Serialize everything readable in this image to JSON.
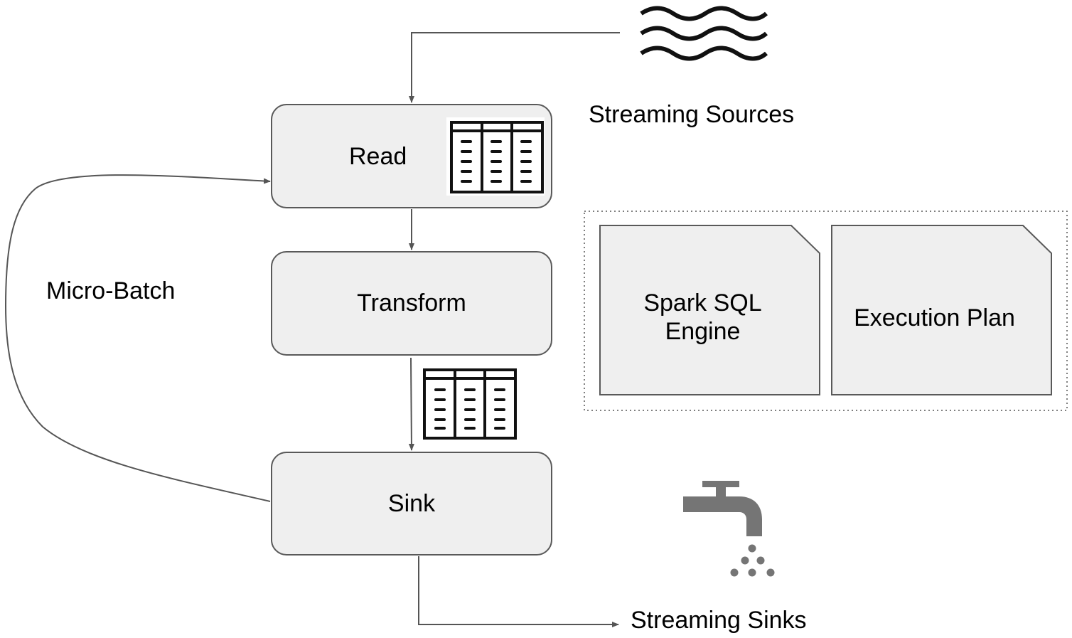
{
  "nodes": {
    "read": "Read",
    "transform": "Transform",
    "sink": "Sink"
  },
  "labels": {
    "streaming_sources": "Streaming Sources",
    "streaming_sinks": "Streaming Sinks",
    "micro_batch": "Micro-Batch"
  },
  "engine": {
    "spark_sql": [
      "Spark SQL",
      "Engine"
    ],
    "execution_plan": "Execution Plan"
  },
  "icons": {
    "source": "waves-icon",
    "table": "table-icon",
    "sink": "faucet-icon"
  },
  "colors": {
    "box_fill": "#efefef",
    "box_stroke": "#595959",
    "line": "#555555",
    "faucet": "#757575"
  }
}
